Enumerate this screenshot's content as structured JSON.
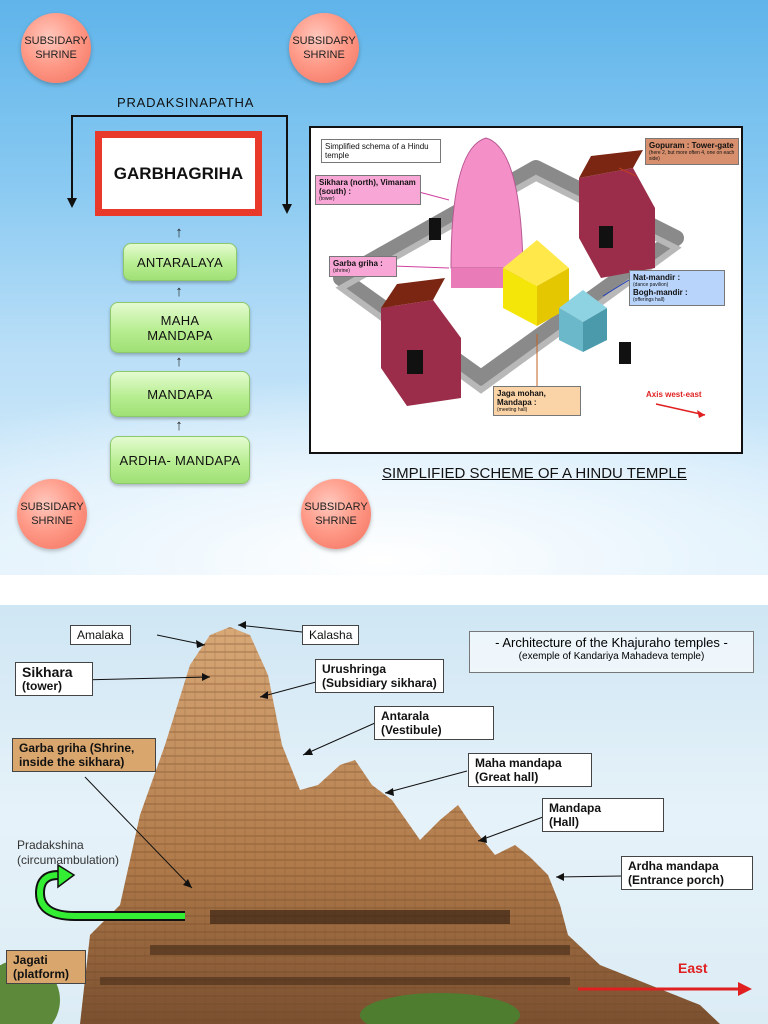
{
  "top_slide": {
    "shrine_line1": "SUBSIDARY",
    "shrine_line2": "SHRINE",
    "pradaksinapatha": "PRADAKSINAPATHA",
    "garbhagriha": "GARBHAGRIHA",
    "steps": [
      "ANTARALAYA",
      "MAHA MANDAPA",
      "MANDAPA",
      "ARDHA- MANDAPA"
    ],
    "arrow_glyph": "↑",
    "caption": "SIMPLIFIED SCHEME OF A HINDU TEMPLE",
    "schema": {
      "title": "Simplified schema of a Hindu temple",
      "sikhara": "Sikhara (north), Vimanam (south) :",
      "sikhara_sub": "(tower)",
      "garba": "Garba griha :",
      "garba_sub": "(shrine)",
      "gopuram": "Gopuram : Tower-gate",
      "gopuram_sub": "(here 2, but more often 4, one on each side)",
      "nat": "Nat-mandir :",
      "nat_sub": "(dance pavilion)",
      "bogh": "Bogh-mandir :",
      "bogh_sub": "(offerings hall)",
      "jaga": "Jaga mohan, Mandapa :",
      "jaga_sub": "(meeting hall)",
      "axis": "Axis west-east"
    },
    "colors": {
      "garbha_border": "#e8392a",
      "step_fill": "#b8ee92",
      "shrine_fill": "#ff9a88",
      "sikhara_pink": "#f58fc8",
      "gopuram_maroon": "#9b2d4a",
      "gold": "#f5e60a",
      "teal": "#6ab8c9"
    }
  },
  "bottom_slide": {
    "heading": "- Architecture of the Khajuraho temples -",
    "subheading": "(exemple of Kandariya Mahadeva temple)",
    "labels": {
      "amalaka": "Amalaka",
      "kalasha": "Kalasha",
      "sikhara": "Sikhara",
      "sikhara_sub": "(tower)",
      "urushringa": "Urushringa",
      "urushringa_sub": "(Subsidiary sikhara)",
      "antarala": "Antarala",
      "antarala_sub": "(Vestibule)",
      "garba": "Garba griha (Shrine,",
      "garba_sub": "inside the sikhara)",
      "maha": "Maha mandapa",
      "maha_sub": "(Great hall)",
      "mandapa": "Mandapa",
      "mandapa_sub": "(Hall)",
      "pradakshina": "Pradakshina",
      "pradakshina_sub": "(circumambulation)",
      "ardha": "Ardha mandapa",
      "ardha_sub": "(Entrance porch)",
      "jagati": "Jagati",
      "jagati_sub": "(platform)",
      "east": "East"
    }
  }
}
